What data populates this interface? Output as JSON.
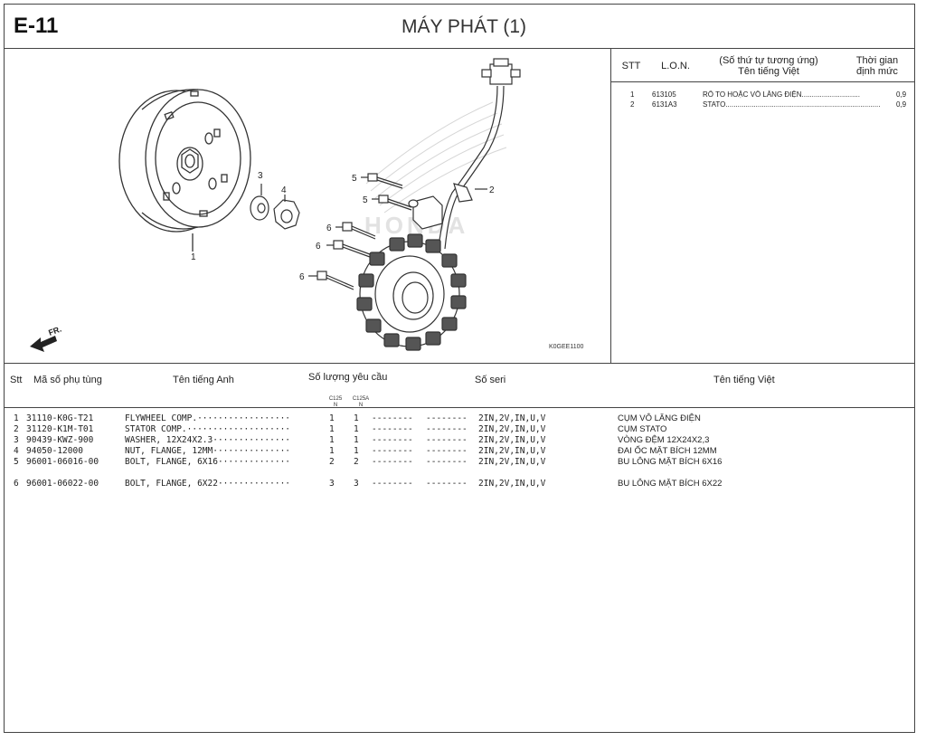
{
  "header": {
    "code": "E-11",
    "title": "MÁY PHÁT (1)"
  },
  "diagram": {
    "drawing_code": "K0GEE1100",
    "fr_label": "FR.",
    "watermark": "HONDA",
    "callouts": [
      "1",
      "2",
      "3",
      "4",
      "5",
      "5",
      "6",
      "6",
      "6"
    ]
  },
  "lon_table": {
    "headers": {
      "stt": "STT",
      "lon": "L.O.N.",
      "desc_line1": "(Số thứ tự tương ứng)",
      "desc_line2": "Tên tiếng Việt",
      "time_line1": "Thời gian",
      "time_line2": "định mức"
    },
    "rows": [
      {
        "stt": "1",
        "lon": "613105",
        "desc": "RÔ TO HOẶC VÔ LĂNG ĐIỆN.............................",
        "time": "0,9"
      },
      {
        "stt": "2",
        "lon": "6131A3",
        "desc": "STATO.............................................................................",
        "time": "0,9"
      }
    ]
  },
  "parts_table": {
    "headers": {
      "stt": "Stt",
      "part_no": "Mã số phụ tùng",
      "name_en": "Tên tiếng Anh",
      "qty": "Số lượng yêu cầu",
      "serial": "Số seri",
      "name_vn": "Tên tiếng Việt"
    },
    "qty_sub": [
      {
        "model": "C125",
        "sub": "N"
      },
      {
        "model": "C125A",
        "sub": "N"
      }
    ],
    "rows": [
      {
        "stt": "1",
        "part_no": "31110-K0G-T21",
        "name_en": "FLYWHEEL COMP.··················",
        "q1": "1",
        "q2": "1",
        "d1": "--------",
        "d2": "--------",
        "serial": "2IN,2V,IN,U,V",
        "name_vn": "CỤM VÔ LĂNG ĐIỆN"
      },
      {
        "stt": "2",
        "part_no": "31120-K1M-T01",
        "name_en": "STATOR COMP.····················",
        "q1": "1",
        "q2": "1",
        "d1": "--------",
        "d2": "--------",
        "serial": "2IN,2V,IN,U,V",
        "name_vn": "CỤM STATO"
      },
      {
        "stt": "3",
        "part_no": "90439-KWZ-900",
        "name_en": "WASHER, 12X24X2.3···············",
        "q1": "1",
        "q2": "1",
        "d1": "--------",
        "d2": "--------",
        "serial": "2IN,2V,IN,U,V",
        "name_vn": "VÒNG ĐỆM 12X24X2,3"
      },
      {
        "stt": "4",
        "part_no": "94050-12000",
        "name_en": "NUT, FLANGE, 12MM···············",
        "q1": "1",
        "q2": "1",
        "d1": "--------",
        "d2": "--------",
        "serial": "2IN,2V,IN,U,V",
        "name_vn": "ĐAI ỐC MẶT BÍCH 12MM"
      },
      {
        "stt": "5",
        "part_no": "96001-06016-00",
        "name_en": "BOLT, FLANGE, 6X16··············",
        "q1": "2",
        "q2": "2",
        "d1": "--------",
        "d2": "--------",
        "serial": "2IN,2V,IN,U,V",
        "name_vn": "BU LÔNG MẶT BÍCH 6X16"
      },
      {
        "stt": "6",
        "part_no": "96001-06022-00",
        "name_en": "BOLT, FLANGE, 6X22··············",
        "q1": "3",
        "q2": "3",
        "d1": "--------",
        "d2": "--------",
        "serial": "2IN,2V,IN,U,V",
        "name_vn": "BU LÔNG MẶT BÍCH 6X22"
      }
    ]
  }
}
